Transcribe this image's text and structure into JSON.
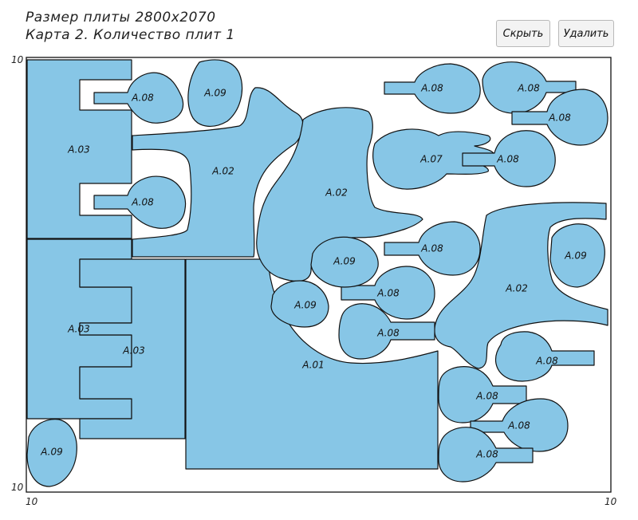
{
  "header": {
    "line1": "Размер плиты  2800x2070",
    "line2": "Карта  2. Количество  плит  1"
  },
  "buttons": {
    "hide": "Скрыть",
    "delete": "Удалить"
  },
  "dimensions": {
    "top_left": "10",
    "bottom_left": "10",
    "bottom_x_left": "10",
    "bottom_x_right": "10"
  },
  "parts": [
    {
      "id": "A.01"
    },
    {
      "id": "A.02"
    },
    {
      "id": "A.03"
    },
    {
      "id": "A.07"
    },
    {
      "id": "A.08"
    },
    {
      "id": "A.09"
    }
  ],
  "labels": {
    "a01": "A.01",
    "a02": "A.02",
    "a03": "A.03",
    "a07": "A.07",
    "a08": "A.08",
    "a09": "A.09"
  },
  "colors": {
    "part_fill": "#87c6e6",
    "outline": "#111111"
  }
}
